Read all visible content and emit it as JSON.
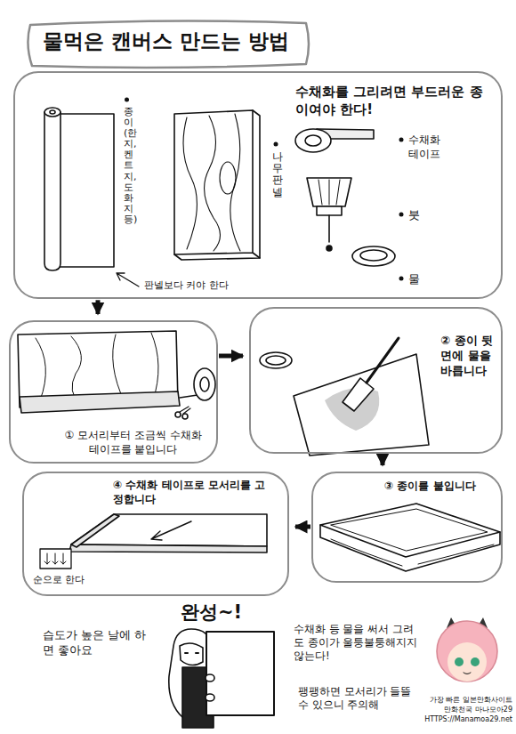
{
  "diagram": {
    "title": "물먹은 캔버스 만드는 방법",
    "nodes": [
      {
        "text": [
          "수채화를 그리려면 부드러운 종이여야 한다!",
          "종이(한지, 켄트지, 도화지 등)",
          "판넬보다 커야 한다",
          "나무 판넬",
          "수채화 테이프",
          "붓",
          "물"
        ]
      },
      {
        "text": [
          "① 모서리부터 조금씩 수채화 테이프를 붙입니다"
        ]
      },
      {
        "text": [
          "② 종이 뒷면에 물을 바릅니다"
        ]
      },
      {
        "text": [
          "③ 종이를 붙입니다"
        ]
      },
      {
        "text": [
          "④ 수채화 테이프로 모서리를 고정합니다",
          "순으로 한다"
        ]
      }
    ],
    "edges": [
      {
        "from": 0,
        "to": 1,
        "arrow": "to"
      },
      {
        "from": 1,
        "to": 2,
        "arrow": "to"
      },
      {
        "from": 2,
        "to": 3,
        "arrow": "to"
      },
      {
        "from": 3,
        "to": 4,
        "arrow": "to"
      }
    ],
    "labels": [
      "완성~!",
      "습도가 높은 날에 하면 좋아요",
      "수채화 등 물을 써서 그려도 종이가 울퉁불퉁해지지 않는다!",
      "팽팽하면 모서리가 들뜰 수 있으니 주의해",
      "가장 빠른 일본만화사이트",
      "만화천국 마나모아29",
      "HTTPS://Manamoa29.net"
    ]
  }
}
